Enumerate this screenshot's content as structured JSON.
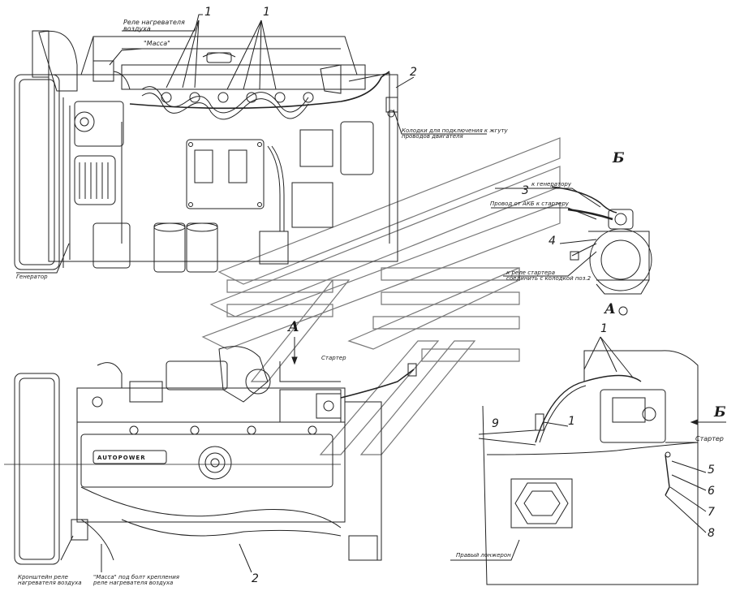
{
  "labels": {
    "air_heater_relay": "Реле нагревателя\nвоздуха",
    "mass": "\"Масса\"",
    "connectors": "Колодки для подключения к жгуту\nпроводов двигателя",
    "generator": "Генератор",
    "to_generator": "к генератору",
    "wire_akb": "Провод от АКБ к стартеру",
    "starter_relay": "к реле стартера\nсоединить с колодкой поз.2",
    "starter_top": "Стартер",
    "bracket": "Кронштейн реле\nнагревателя воздуха",
    "mass_bolt": "\"Масса\" под болт крепления\nреле нагревателя воздуха",
    "starter_right": "Стартер",
    "right_spar": "Правый лонжерон",
    "engine_brand": "AUTOPOWER"
  },
  "positions": {
    "p1_a": "1",
    "p1_b": "1",
    "p2_top": "2",
    "p3": "3",
    "p4": "4",
    "p2_bottom": "2",
    "p1_view": "1",
    "p9": "9",
    "p1_mid": "1",
    "p5": "5",
    "p6": "6",
    "p7": "7",
    "p8": "8"
  },
  "views": {
    "view_b_top": "Б",
    "view_a_top": "А",
    "view_a_label": "А",
    "view_b_arrow": "Б"
  }
}
